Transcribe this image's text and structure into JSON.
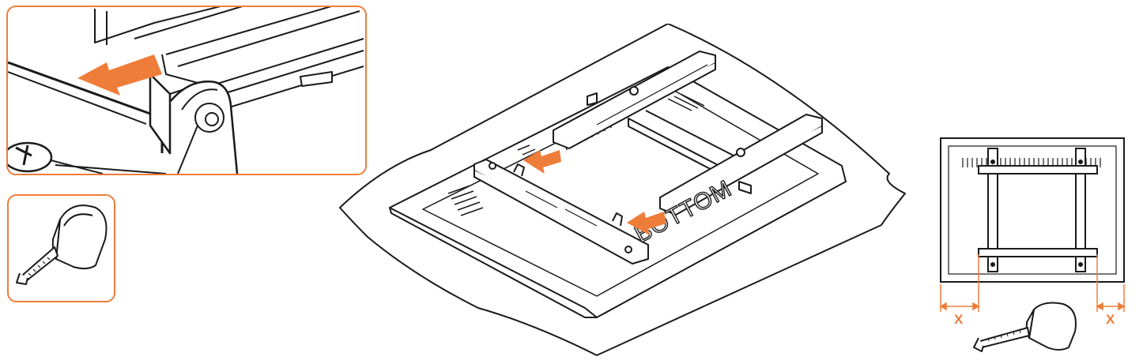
{
  "colors": {
    "accent": "#ef7d3a",
    "line": "#1a1a1a",
    "background": "#ffffff"
  },
  "icons": {
    "slide_arrow": "orange-arrow-icon",
    "tape_measure": "tape-measure-icon"
  },
  "main_illustration": {
    "screen_label": "BOTTOM"
  },
  "front_view": {
    "left_dimension": "X",
    "right_dimension": "X"
  }
}
